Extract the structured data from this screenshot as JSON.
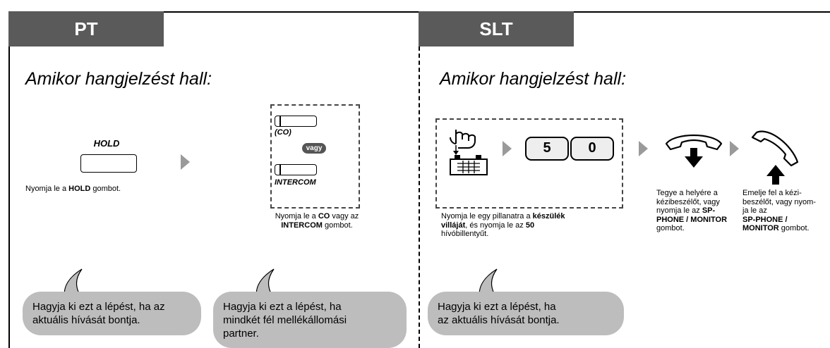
{
  "pt": {
    "header": "PT",
    "heading": "Amikor hangjelzést hall:",
    "hold_key_label": "HOLD",
    "hold_instruction": [
      {
        "text": "Nyomja le a ",
        "bold": false
      },
      {
        "text": "HOLD",
        "bold": true
      },
      {
        "text": " gombot.",
        "bold": false
      }
    ],
    "co_label": "(CO)",
    "or_badge": "vagy",
    "intercom_label": "INTERCOM",
    "co_instruction": [
      {
        "text": "Nyomja le a ",
        "bold": false
      },
      {
        "text": "CO",
        "bold": true
      },
      {
        "text": " vagy az\n",
        "bold": false
      },
      {
        "text": "INTERCOM",
        "bold": true
      },
      {
        "text": " gombot.",
        "bold": false
      }
    ],
    "bubble1": "Hagyja ki ezt a lépést, ha az\naktuális hívását bontja.",
    "bubble2": "Hagyja ki ezt a lépést, ha\nmindkét fél mellékállomási\npartner."
  },
  "slt": {
    "header": "SLT",
    "heading": "Amikor hangjelzést hall:",
    "digit1": "5",
    "digit2": "0",
    "flash_instruction": [
      {
        "text": "Nyomja le egy pillanatra a ",
        "bold": false
      },
      {
        "text": "készülék\nvilláját",
        "bold": true
      },
      {
        "text": ", és nyomja le az ",
        "bold": false
      },
      {
        "text": "50",
        "bold": true
      },
      {
        "text": "\nhívóbillentyűt.",
        "bold": false
      }
    ],
    "hangup_instruction": [
      {
        "text": "Tegye a helyére a\nkézibeszélőt, vagy\nnyomja le az ",
        "bold": false
      },
      {
        "text": "SP-\nPHONE / MONITOR",
        "bold": true
      },
      {
        "text": "\ngombot.",
        "bold": false
      }
    ],
    "offhook_instruction": [
      {
        "text": "Emelje fel a kézi-\nbeszélőt, vagy nyom-\nja le az\n",
        "bold": false
      },
      {
        "text": "SP-PHONE /\nMONITOR",
        "bold": true
      },
      {
        "text": " gombot.",
        "bold": false
      }
    ],
    "bubble": "Hagyja ki ezt a lépést, ha\naz aktuális hívását bontja."
  },
  "colors": {
    "header_bg": "#5a5a5a",
    "bubble_bg": "#bdbdbd",
    "arrow": "#9a9a9a"
  },
  "icons": [
    "hold-key-icon",
    "co-key-icon",
    "intercom-key-icon",
    "hand-press-hookswitch-icon",
    "handset-down-icon",
    "handset-up-icon",
    "arrow-right-icon"
  ]
}
